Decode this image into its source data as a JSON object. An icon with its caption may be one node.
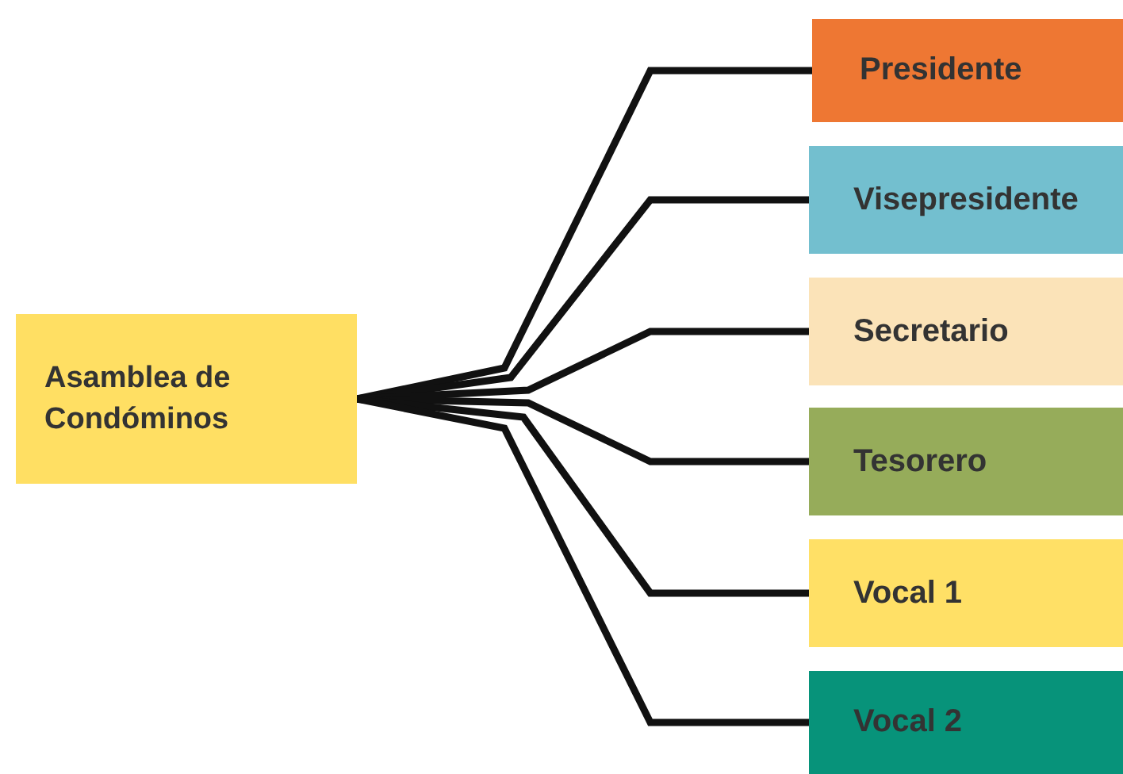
{
  "diagram": {
    "nodes": [
      {
        "text": [
          "Asamblea de Condóminos"
        ]
      },
      {
        "text": [
          "Presidente"
        ]
      },
      {
        "text": [
          "Visepresidente"
        ]
      },
      {
        "text": [
          "Secretario"
        ]
      },
      {
        "text": [
          "Tesorero"
        ]
      },
      {
        "text": [
          "Vocal 1"
        ]
      },
      {
        "text": [
          "Vocal 2"
        ]
      }
    ],
    "edges": [
      {
        "from": 0,
        "to": 1,
        "arrow": "none"
      },
      {
        "from": 0,
        "to": 2,
        "arrow": "none"
      },
      {
        "from": 0,
        "to": 3,
        "arrow": "none"
      },
      {
        "from": 0,
        "to": 4,
        "arrow": "none"
      },
      {
        "from": 0,
        "to": 5,
        "arrow": "none"
      },
      {
        "from": 0,
        "to": 6,
        "arrow": "none"
      }
    ]
  }
}
